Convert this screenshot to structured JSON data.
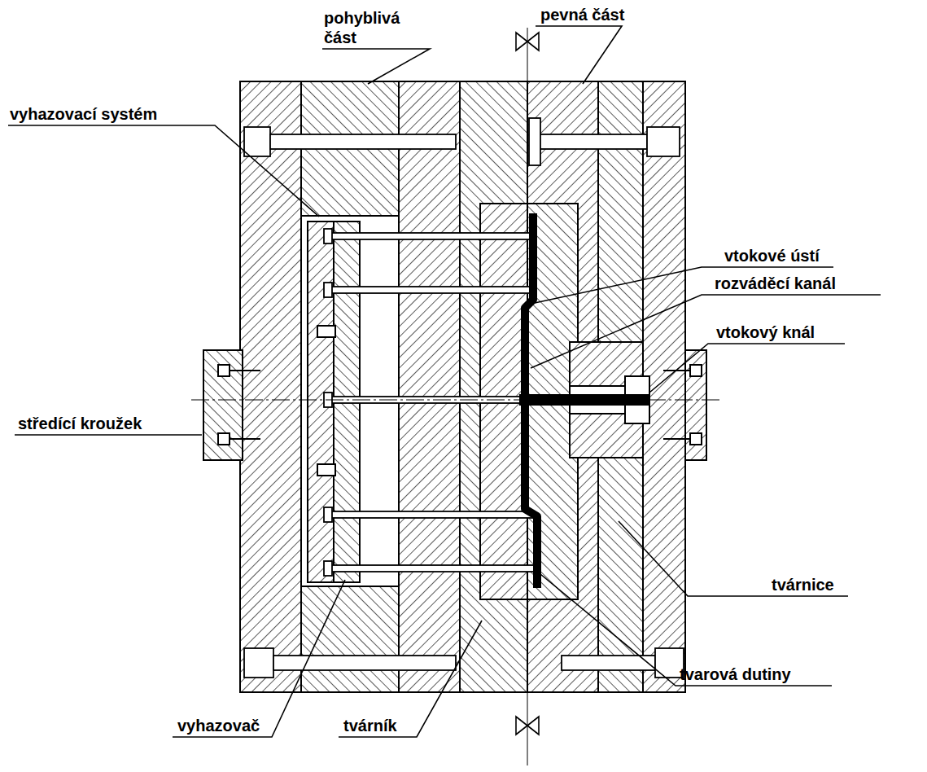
{
  "diagram": {
    "labels": [
      "pohyblivá část",
      "pevná část",
      "vyhazovací systém",
      "vtokové ústí",
      "rozváděcí kanál",
      "vtokový knál",
      "středící kroužek",
      "tvárnice",
      "tvarová dutiny",
      "vyhazovač",
      "tvárník"
    ]
  }
}
